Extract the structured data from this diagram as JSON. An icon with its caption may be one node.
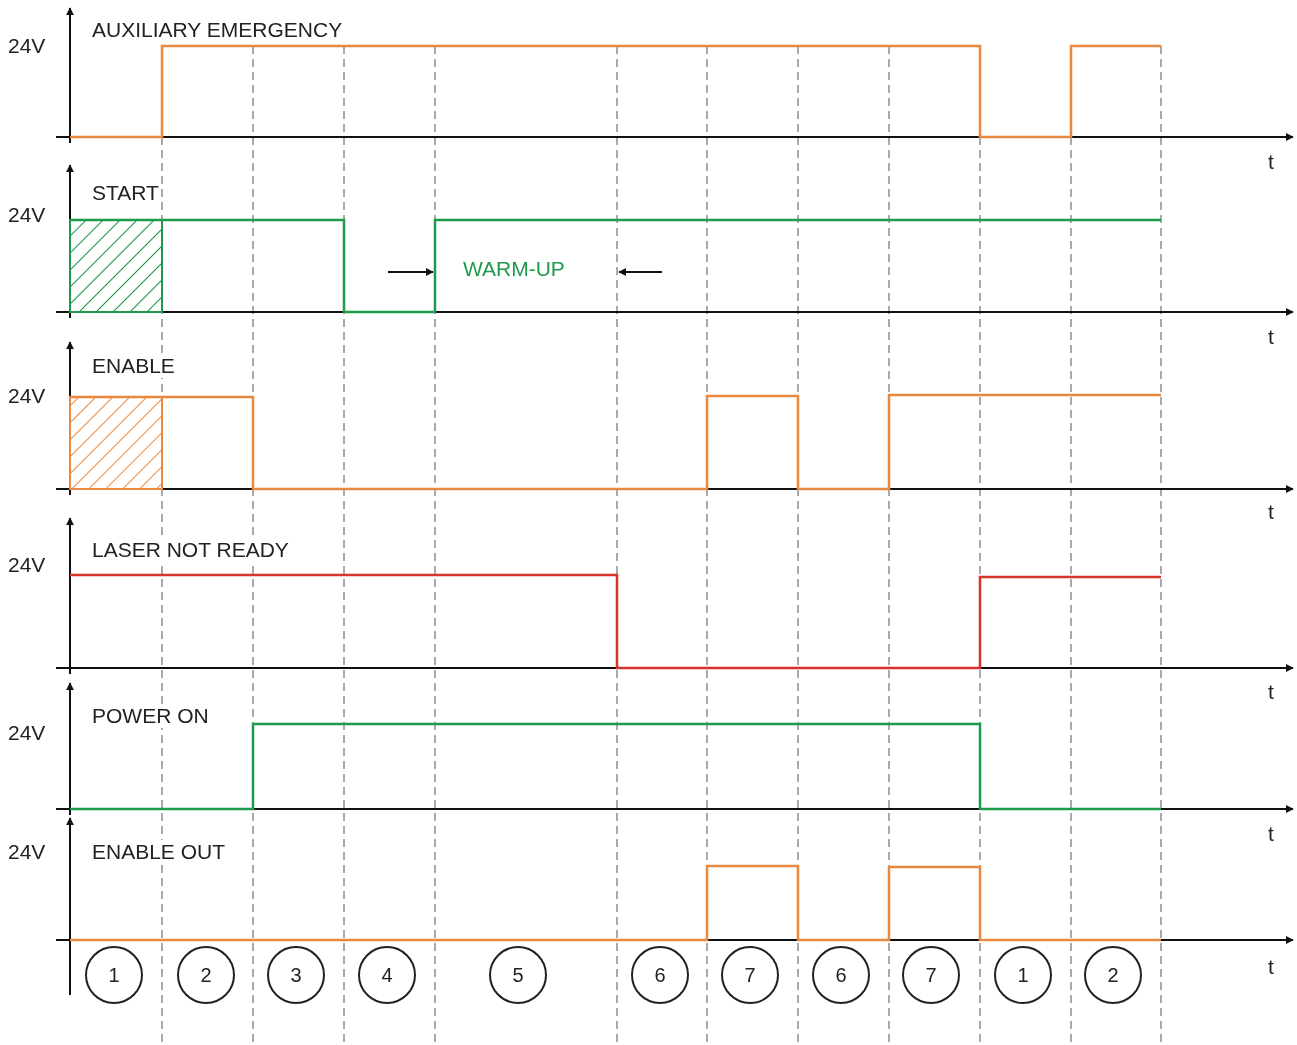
{
  "diagram": {
    "nodes": [
      {
        "text": [
          "1"
        ]
      },
      {
        "text": [
          "2"
        ]
      },
      {
        "text": [
          "3"
        ]
      },
      {
        "text": [
          "4"
        ]
      },
      {
        "text": [
          "5"
        ]
      },
      {
        "text": [
          "6"
        ]
      },
      {
        "text": [
          "7"
        ]
      },
      {
        "text": [
          "6"
        ]
      },
      {
        "text": [
          "7"
        ]
      },
      {
        "text": [
          "1"
        ]
      },
      {
        "text": [
          "2"
        ]
      }
    ],
    "labels": [
      "AUXILIARY EMERGENCY",
      "24V",
      "t",
      "START",
      "24V",
      "WARM-UP",
      "t",
      "ENABLE",
      "24V",
      "t",
      "LASER NOT READY",
      "24V",
      "t",
      "POWER ON",
      "24V",
      "t",
      "ENABLE OUT",
      "24V",
      "t"
    ]
  }
}
